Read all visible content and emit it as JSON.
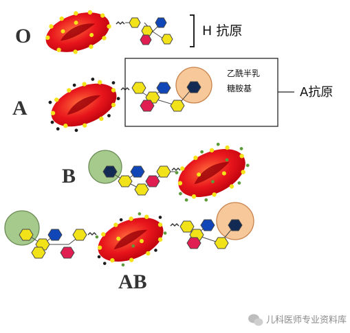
{
  "blood_types": {
    "o": "O",
    "a": "A",
    "b": "B",
    "ab": "AB"
  },
  "labels": {
    "h_antigen": "H 抗原",
    "a_antigen": "A抗原",
    "galnac_line1": "乙酰半乳",
    "galnac_line2": "糖胺基"
  },
  "watermark": "儿科医师专业资料库",
  "colors": {
    "cell_red": "#e8151c",
    "cell_dark": "#a00008",
    "yellow": "#f2e21a",
    "blue": "#1046b8",
    "pink": "#e01e52",
    "navy": "#132a55",
    "peach": "#f6c89a",
    "green": "#a6c98c"
  }
}
